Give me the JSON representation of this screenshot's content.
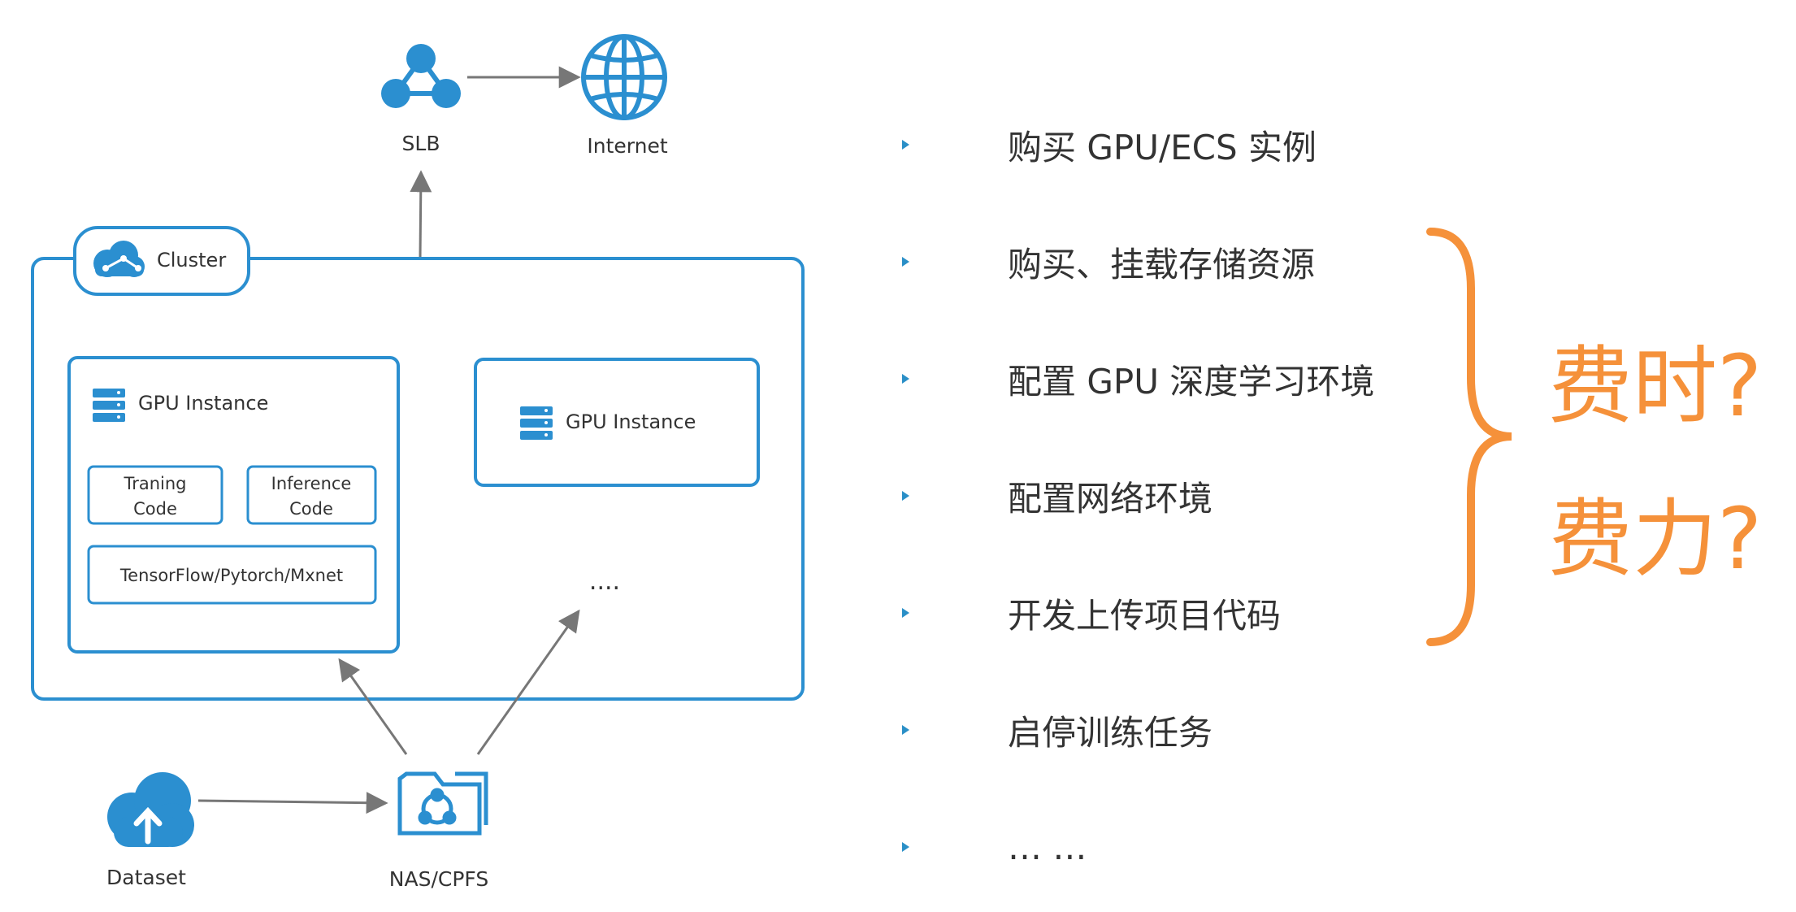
{
  "diagram": {
    "slb_label": "SLB",
    "internet_label": "Internet",
    "cluster_label": "Cluster",
    "gpu_instance_1": {
      "label": "GPU Instance",
      "training_code": [
        "Traning",
        "Code"
      ],
      "inference_code": [
        "Inference",
        "Code"
      ],
      "frameworks": "TensorFlow/Pytorch/Mxnet"
    },
    "gpu_instance_2": {
      "label": "GPU Instance"
    },
    "ellipsis": "....",
    "dataset_label": "Dataset",
    "nas_label": "NAS/CPFS",
    "accent_color": "#2b8fd0",
    "arrow_color": "#777777"
  },
  "steps": [
    "购买 GPU/ECS 实例",
    "购买、挂载存储资源",
    "配置 GPU 深度学习环境",
    "配置网络环境",
    "开发上传项目代码",
    "启停训练任务",
    "… …"
  ],
  "brace_color": "#f5913a",
  "questions": [
    "费时?",
    "费力?"
  ]
}
